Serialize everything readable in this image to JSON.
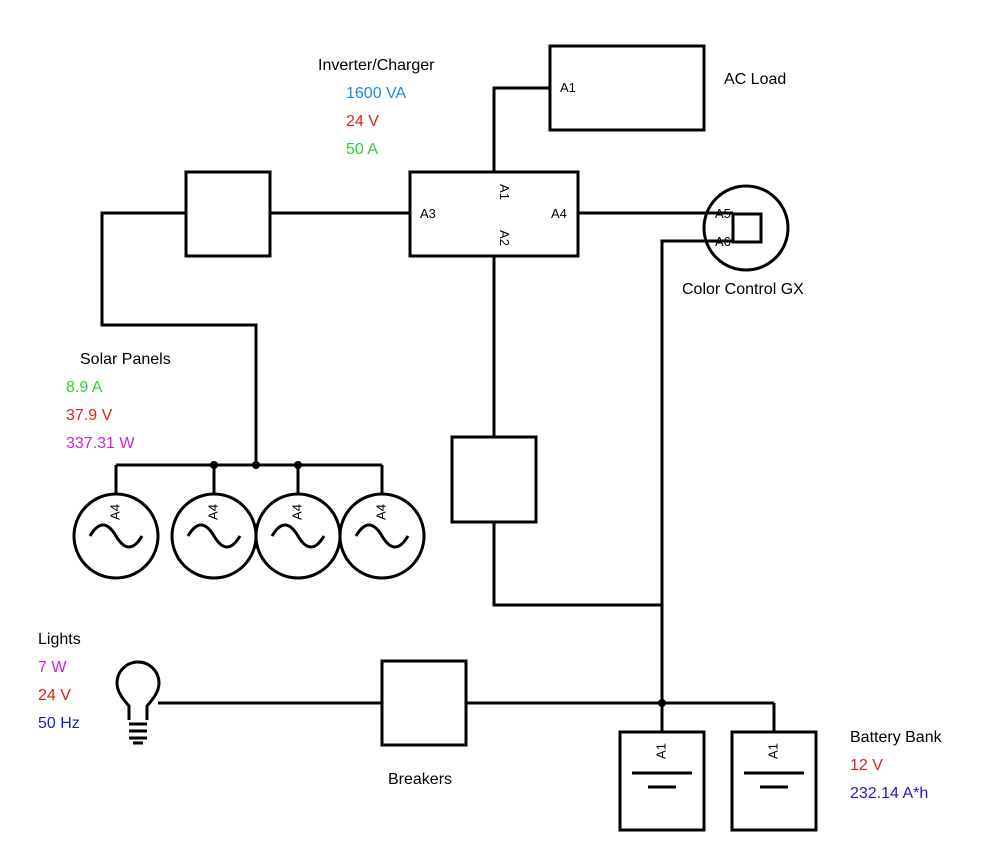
{
  "inverter": {
    "title": "Inverter/Charger",
    "values": [
      {
        "text": "1600 VA",
        "color": "#1e88e5"
      },
      {
        "text": "24 V",
        "color": "#e0201c"
      },
      {
        "text": "50 A",
        "color": "#2ed12e"
      }
    ],
    "ports": {
      "a1": "A1",
      "a2": "A2",
      "a3": "A3",
      "a4": "A4"
    }
  },
  "ac_load": {
    "title": "AC Load",
    "port": "A1"
  },
  "color_control": {
    "title": "Color Control GX",
    "port_a5": "A5",
    "port_a6": "A6"
  },
  "solar": {
    "title": "Solar Panels",
    "values": [
      {
        "text": "8.9 A",
        "color": "#2ed12e"
      },
      {
        "text": "37.9 V",
        "color": "#e0201c"
      },
      {
        "text": "337.31 W",
        "color": "#d21fd2"
      }
    ],
    "panel_label": "A4"
  },
  "lights": {
    "title": "Lights",
    "values": [
      {
        "text": "7 W",
        "color": "#d21fd2"
      },
      {
        "text": "24 V",
        "color": "#e0201c"
      },
      {
        "text": "50 Hz",
        "color": "#1c1cc8"
      }
    ]
  },
  "breakers": {
    "title": "Breakers"
  },
  "battery": {
    "title": "Battery Bank",
    "values": [
      {
        "text": "12 V",
        "color": "#e0201c"
      },
      {
        "text": "232.14 A*h",
        "color": "#1c1cc8"
      }
    ],
    "cell_label": "A1"
  }
}
